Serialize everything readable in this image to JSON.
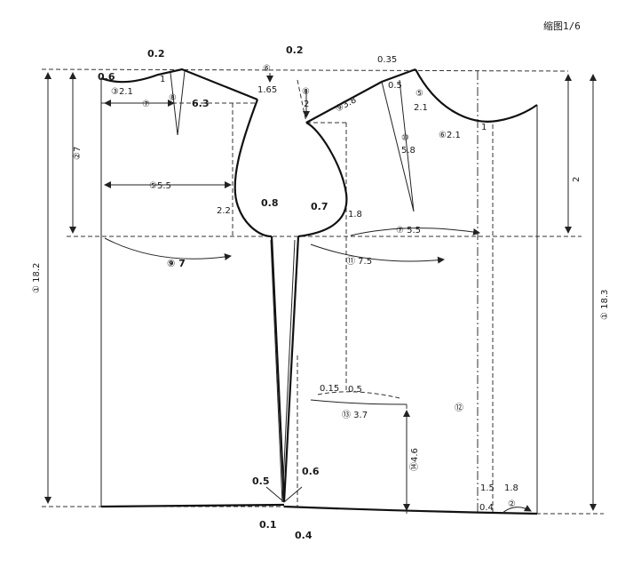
{
  "header": {
    "scale_note": "缩图1/6"
  },
  "measurements": {
    "d1_left": "① 18.2",
    "d1_right": "① 18.3",
    "d2_left": "②7",
    "d2_right": "2",
    "d0_2_top": "0.2",
    "d0_6": "0.6",
    "d3_2_1": "③2.1",
    "d1_small": "1",
    "d0_2_shoulder": "0.2",
    "d6_top": "⑥",
    "d6_3": "6.3",
    "d1_65": "1.65",
    "d7_left": "⑦",
    "d8_left": "⑧",
    "d8_right": "⑧",
    "d5_5": "⑤5.5",
    "d2_2": "2.2",
    "d0_8": "0.8",
    "d0_7": "0.7",
    "d1_8": "1.8",
    "d9_7": "⑨  7",
    "d11_7_5": "⑪  7.5",
    "d0_35": "0.35",
    "d0_5_top": "0.5",
    "d9_3_8": "⑨3.8",
    "d10": "⑩",
    "d5_8": "5.8",
    "d5_right": "⑤",
    "d2_1_r": "2.1",
    "d6_2_1": "⑥2.1",
    "d0_5_armhole": "1",
    "d7_5_5": "⑦ 5.5",
    "d0_15": "0.15",
    "d0_5_pocket": "0.5",
    "d13_3_7": "⑬ 3.7",
    "d12": "⑫",
    "d14_6": "⑭4.6",
    "d0_5_hem": "0.5",
    "d0_6_hem": "0.6",
    "d0_1": "0.1",
    "d0_4": "0.4",
    "d1_5": "1.5",
    "d1_8_hem": "1.8",
    "d2_hem": "②",
    "d0_4_right": "0.4"
  }
}
